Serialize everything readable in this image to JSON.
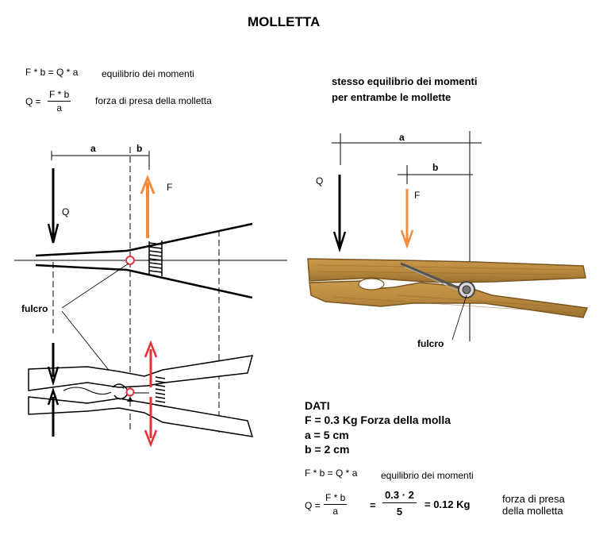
{
  "title": "MOLLETTA",
  "left": {
    "eq1": "F * b = Q * a",
    "eq1_desc": "equilibrio dei momenti",
    "eq2_lhs": "Q =",
    "eq2_num": "F * b",
    "eq2_den": "a",
    "eq2_desc": "forza di presa della molletta",
    "dim_a": "a",
    "dim_b": "b",
    "label_F": "F",
    "label_Q": "Q",
    "label_fulcro": "fulcro"
  },
  "right": {
    "heading_line1": "stesso equilibrio  dei momenti",
    "heading_line2": "per entrambe le mollette",
    "dim_a": "a",
    "dim_b": "b",
    "label_Q": "Q",
    "label_F": "F",
    "label_fulcro": "fulcro"
  },
  "dati": {
    "heading": "DATI",
    "line1": "F = 0.3  Kg  Forza della molla",
    "line2": "a = 5  cm",
    "line3": "b = 2  cm",
    "eq1": "F * b = Q * a",
    "eq1_desc": "equilibrio dei momenti",
    "eq2_lhs": "Q =",
    "eq2_num": "F * b",
    "eq2_den": "a",
    "eq2_equals": "=",
    "eq2_num2": "0.3 · 2",
    "eq2_den2": "5",
    "eq2_result": "= 0.12  Kg",
    "eq2_desc_line1": "forza di presa",
    "eq2_desc_line2": "della molletta"
  },
  "colors": {
    "orange_arrow": "#f08a3c",
    "red_arrow": "#e8303a",
    "wood": "#b8893e",
    "wood_dark": "#8a6326"
  }
}
